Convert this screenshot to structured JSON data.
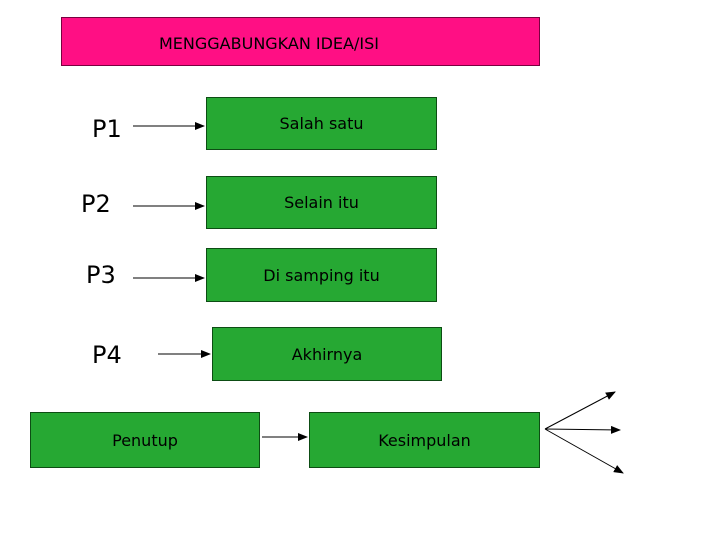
{
  "title": "MENGGABUNGKAN IDEA/ISI",
  "paragraphs": [
    {
      "label": "P1",
      "box": "Salah satu"
    },
    {
      "label": "P2",
      "box": "Selain itu"
    },
    {
      "label": "P3",
      "box": "Di samping itu"
    },
    {
      "label": "P4",
      "box": "Akhirnya"
    }
  ],
  "closing": {
    "label": "Penutup",
    "result": "Kesimpulan"
  },
  "colors": {
    "title_bg": "#ff0f84",
    "box_bg": "#26a833",
    "arrow": "#000000"
  }
}
